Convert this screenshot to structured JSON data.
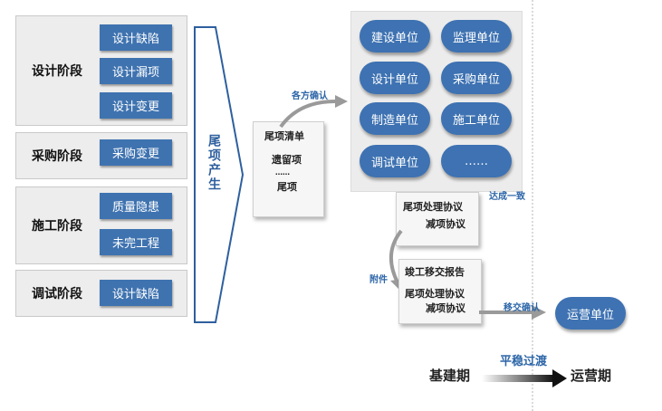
{
  "stages": [
    {
      "label": "设计阶段",
      "items": [
        "设计缺陷",
        "设计漏项",
        "设计变更"
      ]
    },
    {
      "label": "采购阶段",
      "items": [
        "采购变更"
      ]
    },
    {
      "label": "施工阶段",
      "items": [
        "质量隐患",
        "未完工程"
      ]
    },
    {
      "label": "调试阶段",
      "items": [
        "设计缺陷"
      ]
    }
  ],
  "arrow_label": "尾项产生",
  "doc_list": {
    "title": "尾项清单",
    "line1": "遗留项",
    "dots": "……",
    "line2": "尾项"
  },
  "confirm_label": "各方确认",
  "parties": [
    "建设单位",
    "监理单位",
    "设计单位",
    "采购单位",
    "制造单位",
    "施工单位",
    "调试单位",
    "……"
  ],
  "agree_label": "达成一致",
  "doc_agreement": {
    "line1": "尾项处理协议",
    "line2": "减项协议"
  },
  "attach_label": "附件",
  "doc_report": {
    "line1": "竣工移交报告",
    "line2": "尾项处理协议",
    "line3": "减项协议"
  },
  "handover_label": "移交确认",
  "operator": "运营单位",
  "transition_label": "平稳过渡",
  "phase_from": "基建期",
  "phase_to": "运营期",
  "colors": {
    "box_blue": "#3f73b0",
    "label_blue": "#2d66a8"
  }
}
